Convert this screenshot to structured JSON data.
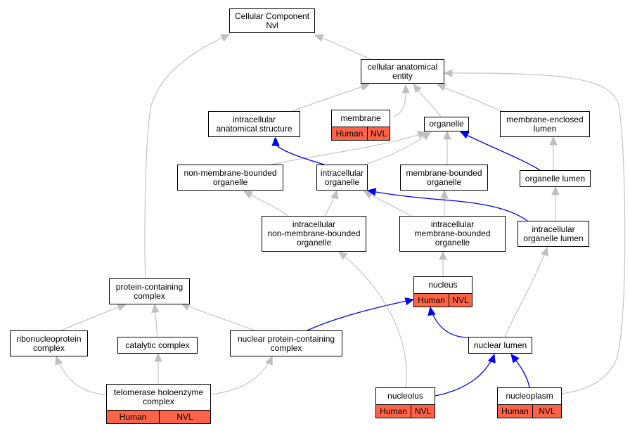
{
  "colors": {
    "isa_edge": "#c0c0c0",
    "partof_edge": "#0000ff",
    "tag_fill": "#ff6347"
  },
  "nodes": {
    "cc_nvl": {
      "label": "Cellular Component\nNvl",
      "tags": []
    },
    "cae": {
      "label": "cellular anatomical\nentity",
      "tags": []
    },
    "ias": {
      "label": "intracellular\nanatomical structure",
      "tags": []
    },
    "membrane": {
      "label": "membrane",
      "tags": [
        "Human",
        "NVL"
      ]
    },
    "organelle": {
      "label": "organelle",
      "tags": []
    },
    "mel": {
      "label": "membrane-enclosed\nlumen",
      "tags": []
    },
    "nmbo": {
      "label": "non-membrane-bounded\norganelle",
      "tags": []
    },
    "io": {
      "label": "intracellular\norganelle",
      "tags": []
    },
    "mbo": {
      "label": "membrane-bounded\norganelle",
      "tags": []
    },
    "ol": {
      "label": "organelle lumen",
      "tags": []
    },
    "inmbo": {
      "label": "intracellular\nnon-membrane-bounded\norganelle",
      "tags": []
    },
    "imbo": {
      "label": "intracellular\nmembrane-bounded\norganelle",
      "tags": []
    },
    "iol": {
      "label": "intracellular\norganelle lumen",
      "tags": []
    },
    "pcc": {
      "label": "protein-containing\ncomplex",
      "tags": []
    },
    "nucleus": {
      "label": "nucleus",
      "tags": [
        "Human",
        "NVL"
      ]
    },
    "rnp": {
      "label": "ribonucleoprotein\ncomplex",
      "tags": []
    },
    "cat": {
      "label": "catalytic complex",
      "tags": []
    },
    "npcc": {
      "label": "nuclear protein-containing\ncomplex",
      "tags": []
    },
    "nl": {
      "label": "nuclear lumen",
      "tags": []
    },
    "the": {
      "label": "telomerase holoenzyme\ncomplex",
      "tags": [
        "Human",
        "NVL"
      ]
    },
    "nucleolus": {
      "label": "nucleolus",
      "tags": [
        "Human",
        "NVL"
      ]
    },
    "nucleoplasm": {
      "label": "nucleoplasm",
      "tags": [
        "Human",
        "NVL"
      ]
    }
  }
}
